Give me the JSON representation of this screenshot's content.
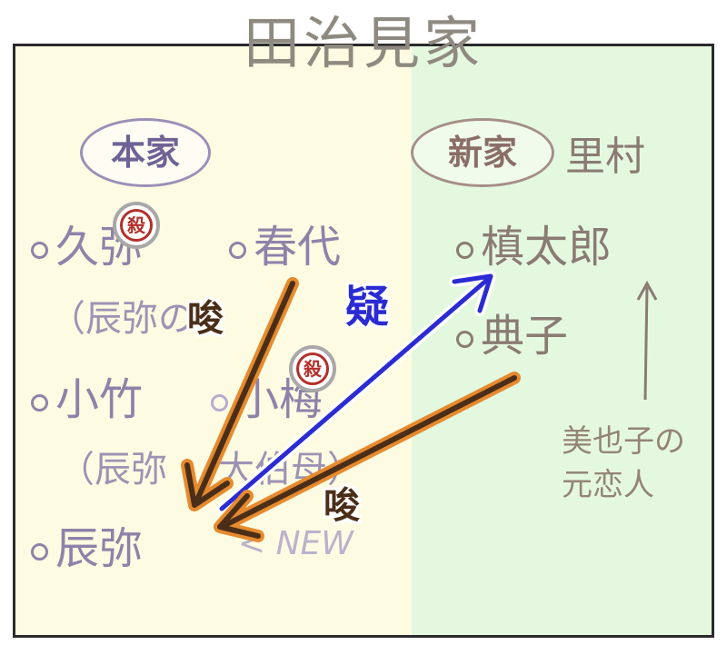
{
  "title": "田治見家",
  "honke": {
    "label": "本家",
    "row1": [
      "久弥",
      "春代"
    ],
    "note1": "（辰弥の",
    "row2": [
      "小竹",
      "小梅"
    ],
    "note2": "（辰弥",
    "note2b": "大伯母）",
    "protagonist": "辰弥",
    "new_tag": "NEW"
  },
  "shinke": {
    "label": "新家",
    "satomura": "里村",
    "members": [
      "槙太郎",
      "典子"
    ],
    "note_line1": "美也子の",
    "note_line2": "元恋人"
  },
  "stamps": {
    "kill": "殺"
  },
  "arrows": {
    "suspect_label": "疑",
    "bait_label": "唆"
  },
  "colors": {
    "frame": "#2b2b2b",
    "honke_bg": "#fdfbe2",
    "shinke_bg": "#e4f8e0",
    "arrow_brown": "#4b2e18",
    "arrow_outline": "#e68a2e",
    "arrow_blue": "#2b2bd4",
    "stamp_red": "#b2302a"
  }
}
